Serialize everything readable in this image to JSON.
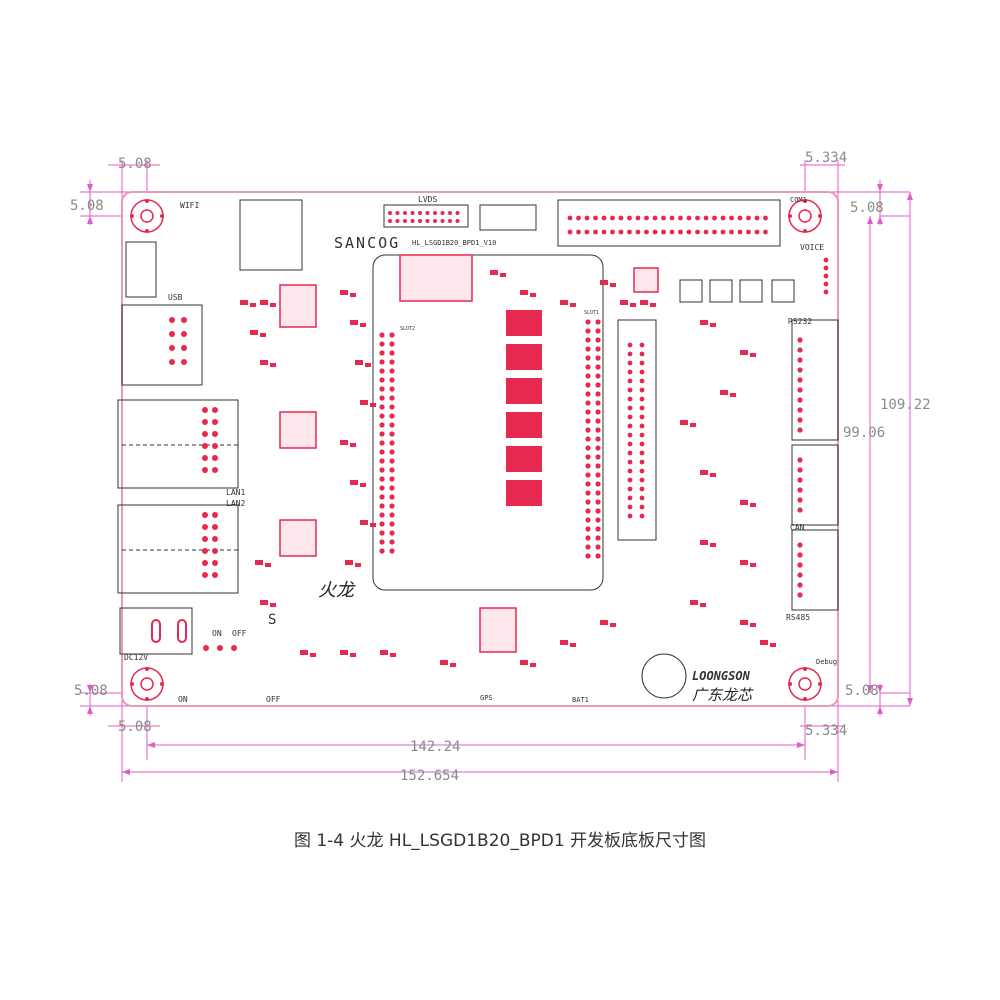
{
  "diagram": {
    "dimensions": {
      "left_top_width": "5.08",
      "left_top_height": "5.08",
      "right_top_width": "5.334",
      "right_top_height": "5.08",
      "height_outer": "109.22",
      "height_inner": "99.06",
      "left_bottom_height": "5.08",
      "left_bottom_width": "5.08",
      "right_bottom_height": "5.08",
      "right_bottom_width": "5.334",
      "hole_span": "142.24",
      "board_width": "152.654"
    },
    "silkscreen": {
      "wifi": "WIFI",
      "lvds": "LVDS",
      "com1": "COM1",
      "voice": "VOICE",
      "usb": "USB",
      "sancog": "SANCOG",
      "board_id": "HL_LSGD1B20_BPD1_V10",
      "rs232": "RS232",
      "lan1": "LAN1",
      "lan2": "LAN2",
      "can": "CAN",
      "rs485": "RS485",
      "dc12v": "DC12V",
      "on": "ON",
      "off": "OFF",
      "gps": "GPS",
      "bat1": "BAT1",
      "debug": "Debug",
      "loongson": "LOONGSON",
      "loongson_cn": "广东龙芯",
      "huolong": "火龙",
      "slot2": "SLOT2",
      "slot1": "SLOT1",
      "s_mark": "S"
    },
    "colors": {
      "dimension_lines": "#e05cc8",
      "board_outline": "#ea9ab8",
      "copper_pads": "#e8294f",
      "silkscreen": "#333333"
    }
  },
  "caption": "图 1-4    火龙 HL_LSGD1B20_BPD1 开发板底板尺寸图"
}
